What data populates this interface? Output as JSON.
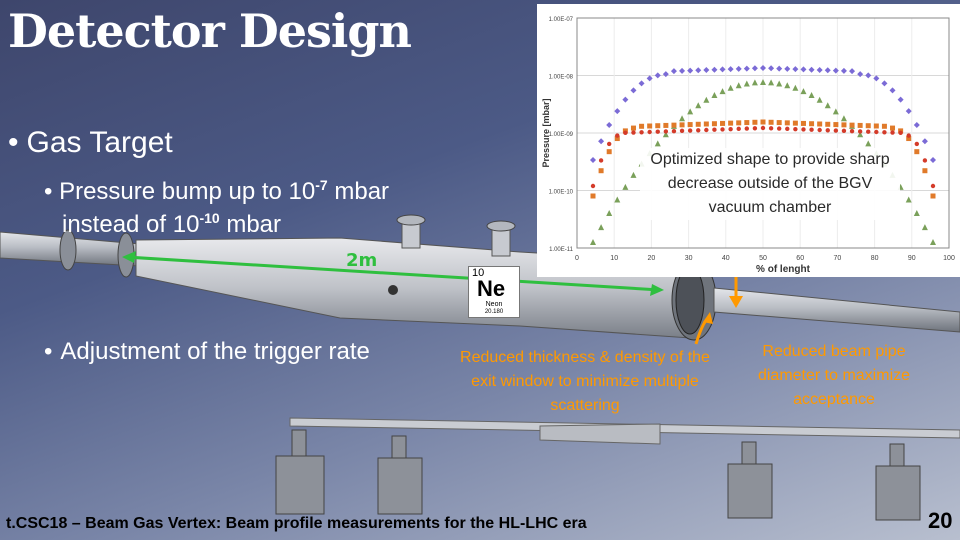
{
  "slide": {
    "title": "Detector Design",
    "bullets": {
      "gas_target": "Gas Target",
      "pressure_line1_pre": "Pressure bump up to 10",
      "pressure_exp1": "-7",
      "pressure_line1_post": " mbar",
      "pressure_line2_pre": "instead of 10",
      "pressure_exp2": "-10",
      "pressure_line2_post": " mbar",
      "trigger": "Adjustment of the trigger rate"
    },
    "length_label": "2m",
    "element_card": {
      "number": "10",
      "symbol": "Ne",
      "name": "Neon",
      "mass": "20.180"
    },
    "plot": {
      "y_axis_label": "Pressure [mbar]",
      "x_axis_label": "% of lenght",
      "y_ticks": [
        "1.00E-07",
        "1.00E-08",
        "1.00E-09",
        "1.00E-10",
        "1.00E-11"
      ],
      "x_ticks": [
        "0",
        "10",
        "20",
        "30",
        "40",
        "50",
        "60",
        "70",
        "80",
        "90",
        "100"
      ],
      "caption": "Optimized shape to provide sharp decrease outside of the BGV vacuum chamber"
    },
    "annotations": {
      "exit_window": "Reduced thickness & density of the exit window to minimize multiple scattering",
      "beam_pipe": "Reduced beam pipe diameter to maximize acceptance"
    },
    "footer": "t.CSC18 – Beam Gas Vertex: Beam profile measurements for the HL-LHC era",
    "page_number": "20",
    "colors": {
      "title_text": "#ffffff",
      "annotation": "#ff9900",
      "length_arrow": "#2fbf3f",
      "series_purple": "#7b6bd6",
      "series_green": "#7aa05a",
      "series_orange": "#e07a2a",
      "series_red": "#d43b2a"
    }
  }
}
